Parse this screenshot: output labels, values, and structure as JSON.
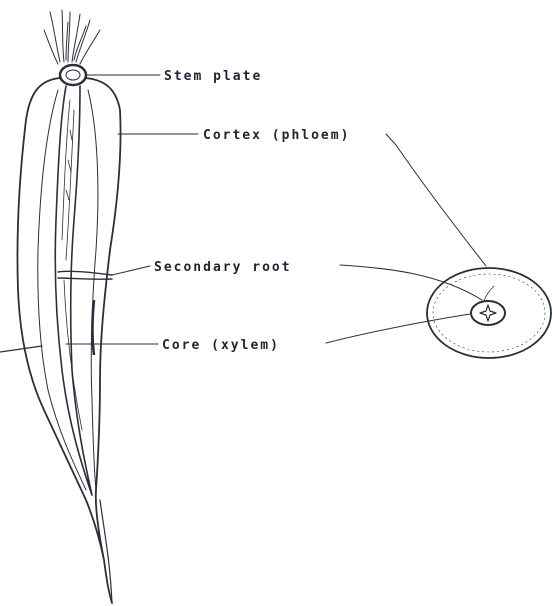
{
  "labels": {
    "stem_plate": "Stem plate",
    "cortex": "Cortex (phloem)",
    "secondary_root": "Secondary root",
    "core": "Core (xylem)"
  },
  "colors": {
    "ink": "#2a2f3a",
    "background": "#ffffff"
  }
}
